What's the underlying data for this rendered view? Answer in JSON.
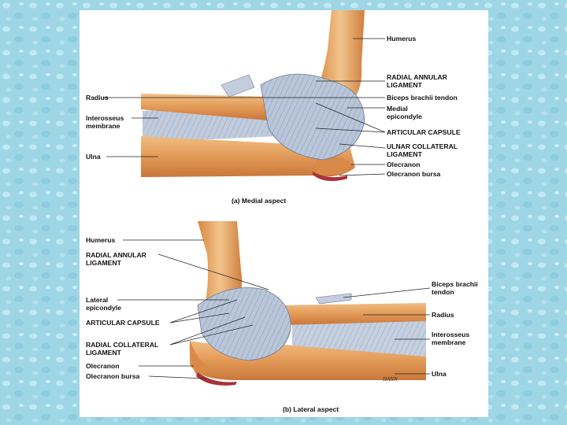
{
  "colors": {
    "background": "#9fd6e6",
    "bone": "#e9a766",
    "bone_dark": "#c9773a",
    "ligament": "#b9c6d9",
    "bursa": "#a8323a"
  },
  "figure_a": {
    "caption": "(a) Medial aspect",
    "labels": {
      "humerus": "Humerus",
      "radial_annular": "RADIAL ANNULAR\nLIGAMENT",
      "biceps": "Biceps brachii tendon",
      "medial_epicondyle": "Medial\nepicondyle",
      "articular_capsule": "ARTICULAR CAPSULE",
      "ulnar_collateral": "ULNAR COLLATERAL\nLIGAMENT",
      "olecranon": "Olecranon",
      "olecranon_bursa": "Olecranon bursa",
      "radius": "Radius",
      "interosseus": "Interosseus\nmembrane",
      "ulna": "Ulna"
    }
  },
  "figure_b": {
    "caption": "(b) Lateral aspect",
    "labels": {
      "humerus": "Humerus",
      "radial_annular": "RADIAL ANNULAR\nLIGAMENT",
      "lateral_epicondyle": "Lateral\nepicondyle",
      "articular_capsule": "ARTICULAR CAPSULE",
      "radial_collateral": "RADIAL COLLATERAL\nLIGAMENT",
      "olecranon": "Olecranon",
      "olecranon_bursa": "Olecranon bursa",
      "biceps": "Biceps brachii\ntendon",
      "radius": "Radius",
      "interosseus": "Interosseus\nmembrane",
      "ulna": "Ulna"
    },
    "signature": "DANN"
  }
}
